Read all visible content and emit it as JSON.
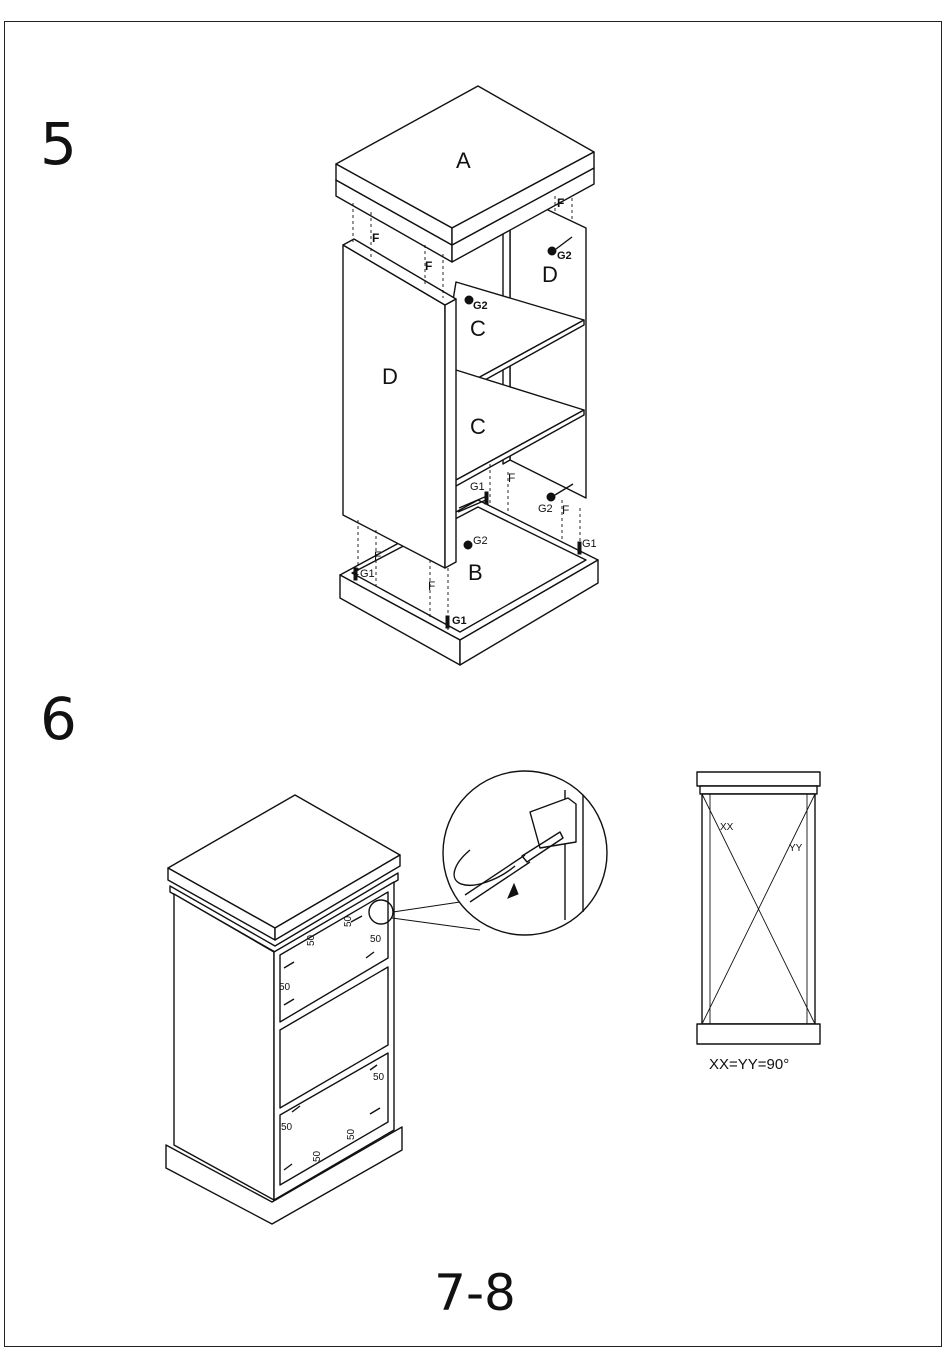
{
  "steps": [
    {
      "number": "5"
    },
    {
      "number": "6"
    }
  ],
  "page_number": "7-8",
  "step5": {
    "panel_labels": {
      "top": "A",
      "side_left": "D",
      "side_right": "D",
      "shelf_upper": "C",
      "shelf_lower": "C",
      "base": "B"
    },
    "hardware_labels": {
      "dowel": "F",
      "cam_lock": "G2",
      "cam_bolt": "G1"
    }
  },
  "step6": {
    "screw_size": "50",
    "square_check": {
      "diag_a": "XX",
      "diag_b": "YY",
      "formula": "XX=YY=90°"
    }
  },
  "colors": {
    "line": "#111111",
    "background": "#ffffff"
  }
}
